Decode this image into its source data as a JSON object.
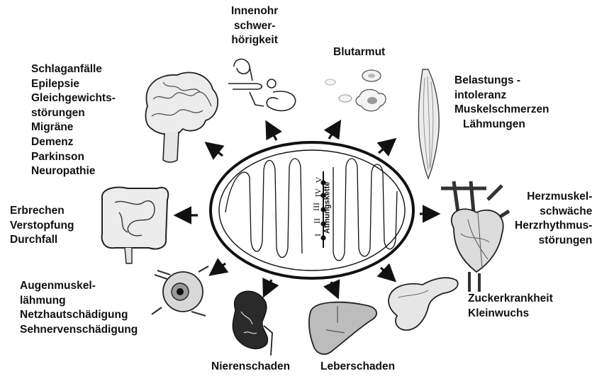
{
  "center": {
    "complex_numerals": [
      "I",
      "II",
      "III",
      "IV",
      "V"
    ],
    "chain_label": "Atmungskette"
  },
  "groups": {
    "ear": [
      "Innenohr",
      "schwer-",
      "hörigkeit"
    ],
    "blood": [
      "Blutarmut"
    ],
    "muscle": [
      "Belastungs -",
      "intoleranz",
      "Muskelschmerzen",
      "Lähmungen"
    ],
    "brain": [
      "Schlaganfälle",
      "Epilepsie",
      "Gleichgewichts-",
      "störungen",
      "Migräne",
      "Demenz",
      "Parkinson",
      "Neuropathie"
    ],
    "gut": [
      "Erbrechen",
      "Verstopfung",
      "Durchfall"
    ],
    "heart": [
      "Herzmuskel-",
      "schwäche",
      "Herzrhythmus-",
      "störungen"
    ],
    "eye": [
      "Augenmuskel-",
      "lähmung",
      "Netzhautschädigung",
      "Sehnervenschädigung"
    ],
    "kidney": [
      "Nierenschaden"
    ],
    "liver": [
      "Leberschaden"
    ],
    "pancreas": [
      "Zuckerkrankheit",
      "Kleinwuchs"
    ]
  }
}
